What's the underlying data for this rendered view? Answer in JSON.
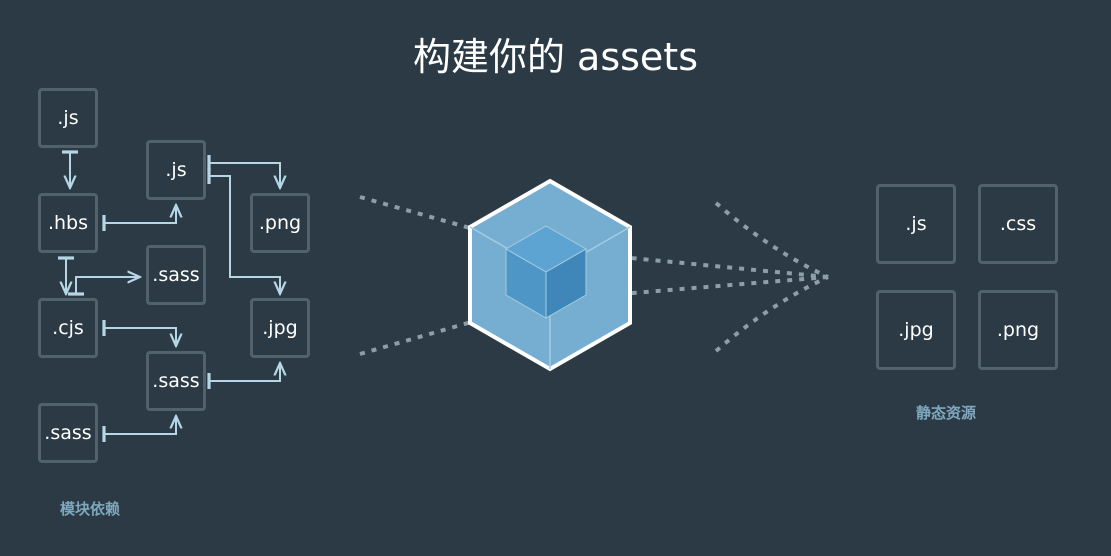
{
  "title": "构建你的 assets",
  "modules": {
    "caption": "模块依赖",
    "nodes": [
      ".js",
      ".hbs",
      ".cjs",
      ".sass",
      ".js",
      ".sass",
      ".sass",
      ".png",
      ".jpg"
    ]
  },
  "assets": {
    "caption": "静态资源",
    "nodes": [
      ".js",
      ".css",
      ".jpg",
      ".png"
    ]
  },
  "colors": {
    "background": "#2b3a44",
    "box_border": "#51626c",
    "arrow": "#b6d6e6",
    "caption": "#7fa7bd",
    "cube_outer": "#8fbcd6",
    "cube_inner": "#4a91c2"
  }
}
